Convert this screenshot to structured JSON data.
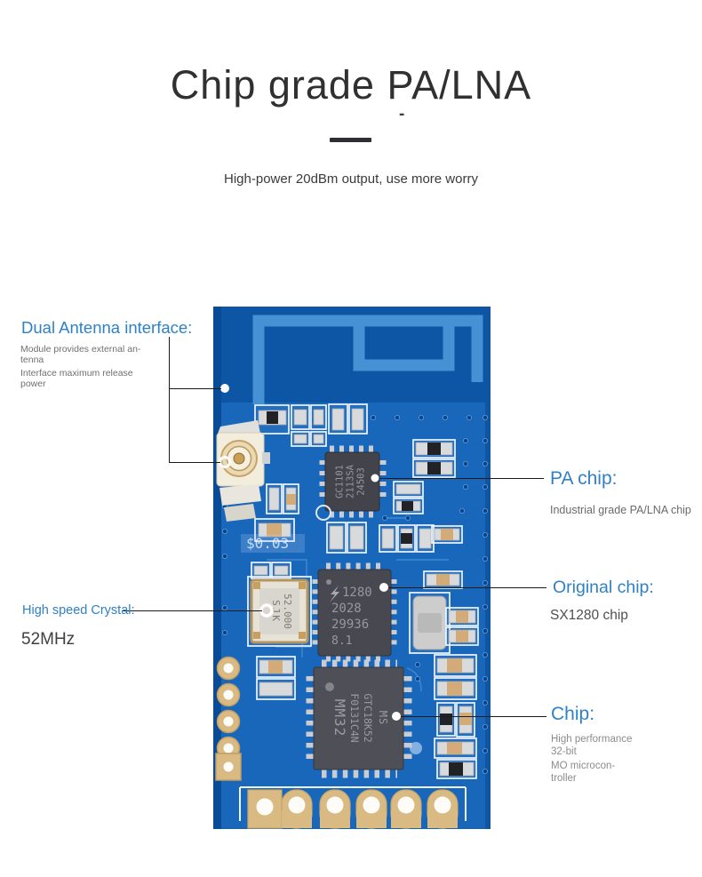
{
  "header": {
    "title": "Chip grade PA/LNA",
    "accent_dash": "-",
    "subtitle": "High-power 20dBm output, use more worry"
  },
  "callouts": {
    "antenna": {
      "title": "Dual Antenna interface:",
      "desc_lines": [
        "Module provides external an-",
        "tenna",
        "Interface maximum release",
        "power"
      ]
    },
    "pa_chip": {
      "title": "PA chip:",
      "desc": "Industrial grade PA/LNA chip"
    },
    "original_chip": {
      "title": "Original chip:",
      "desc": "SX1280 chip"
    },
    "crystal": {
      "title": "High speed Crystal:",
      "value": "52MHz"
    },
    "mcu": {
      "title": "Chip:",
      "desc_lines": [
        "High performance",
        "32-bit",
        "MO microcon-",
        "troller"
      ]
    }
  },
  "board": {
    "watermark": "$0.03",
    "pa_chip_marking": [
      "GC1101",
      "2113SA",
      "24503"
    ],
    "sx1280_marking": [
      "1280",
      "2028",
      "29936",
      "8.1"
    ],
    "sx1280_logo": "semtech-lightning-icon",
    "mcu_marking": [
      "MM32",
      "F0131C4N",
      "GTC18K52",
      "MS"
    ],
    "crystal_marking": [
      "SJK",
      "52.000"
    ]
  },
  "colors": {
    "label_blue": "#2e81c6",
    "pcb_blue": "#1463b4",
    "pcb_dark_blue": "#0d55a5",
    "antenna_trace_blue": "#4690d4",
    "pad_gold": "#d9ba83",
    "silkscreen_white": "#eef5fc"
  }
}
